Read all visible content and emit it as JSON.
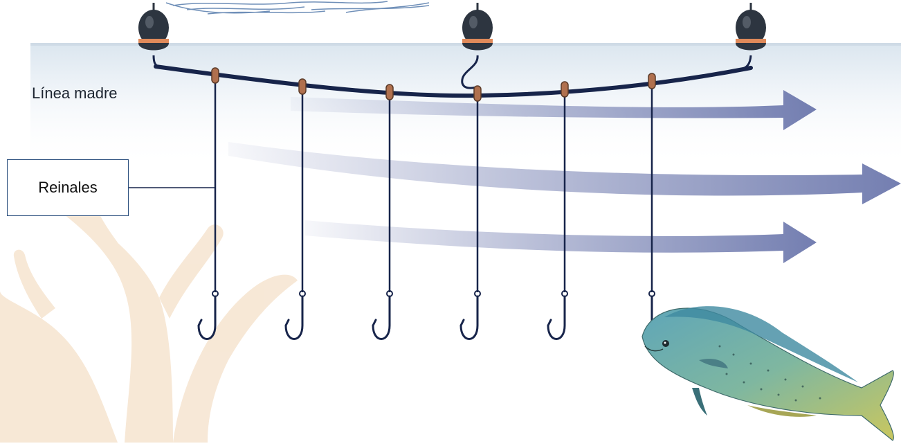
{
  "labels": {
    "main_line": "Línea madre",
    "branch_lines": "Reinales"
  },
  "elements": {
    "floats": 3,
    "hooks": 6
  },
  "colors": {
    "line": "#17244a",
    "sea": "#e8f0f7",
    "current_arrows": "#6470a8",
    "float": "#2d3540",
    "float_band": "#e08a5a",
    "coral": "#f6e4d0"
  }
}
